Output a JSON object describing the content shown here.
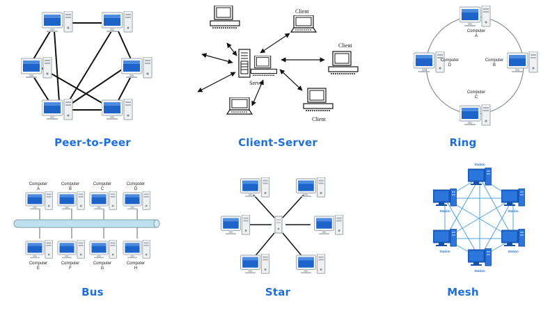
{
  "colors": {
    "caption": "#1e6fd9",
    "screen": "#1e63c8",
    "bus": "#bfe1ef",
    "mesh_line": "#4aa3de"
  },
  "panels": {
    "p2p": {
      "title": "Peer-to-Peer"
    },
    "cs": {
      "title": "Client-Server",
      "server_label": "Server",
      "client_label": "Client"
    },
    "ring": {
      "title": "Ring",
      "labels": [
        {
          "line1": "Computer",
          "line2": "A"
        },
        {
          "line1": "Computer",
          "line2": "B"
        },
        {
          "line1": "Computer",
          "line2": "C"
        },
        {
          "line1": "Computer",
          "line2": "D"
        }
      ]
    },
    "bus": {
      "title": "Bus",
      "top": [
        {
          "line1": "Computer",
          "line2": "A"
        },
        {
          "line1": "Computer",
          "line2": "B"
        },
        {
          "line1": "Computer",
          "line2": "C"
        },
        {
          "line1": "Computer",
          "line2": "D"
        }
      ],
      "bottom": [
        {
          "line1": "Computer",
          "line2": "E"
        },
        {
          "line1": "Computer",
          "line2": "F"
        },
        {
          "line1": "Computer",
          "line2": "G"
        },
        {
          "line1": "Computer",
          "line2": "H"
        }
      ]
    },
    "star": {
      "title": "Star"
    },
    "mesh": {
      "title": "Mesh",
      "station_label": "Station"
    }
  }
}
